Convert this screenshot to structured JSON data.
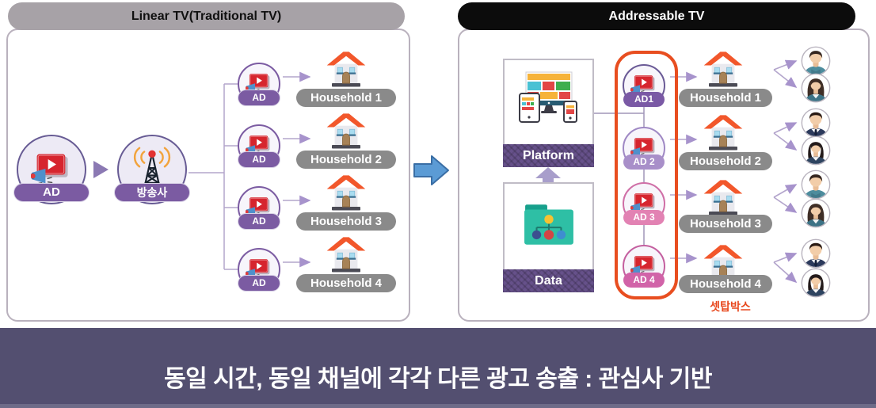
{
  "left_panel": {
    "header": "Linear TV(Traditional TV)",
    "source": {
      "label": "AD"
    },
    "broadcaster": {
      "label": "방송사"
    },
    "rows": [
      {
        "ad": "AD",
        "household": "Household 1"
      },
      {
        "ad": "AD",
        "household": "Household 2"
      },
      {
        "ad": "AD",
        "household": "Household 3"
      },
      {
        "ad": "AD",
        "household": "Household 4"
      }
    ]
  },
  "right_panel": {
    "header": "Addressable TV",
    "platform_label": "Platform",
    "data_label": "Data",
    "settop_label": "셋탑박스",
    "rows": [
      {
        "ad": "AD1",
        "household": "Household 1"
      },
      {
        "ad": "AD 2",
        "household": "Household 2"
      },
      {
        "ad": "AD 3",
        "household": "Household 3"
      },
      {
        "ad": "AD 4",
        "household": "Household 4"
      }
    ]
  },
  "caption": {
    "text": "동일 시간, 동일 채널에 각각 다른 광고 송출 : 관심사 기반"
  },
  "colors": {
    "purple_pill": "#7b5ba2",
    "gray_pill": "#8a8a8a",
    "linear_header_bg": "#a7a2a7",
    "addressable_header_bg": "#0c0c0c",
    "orange_highlight": "#e84e20",
    "blue_arrow": "#5b9bd5",
    "caption_bar": "#534f70",
    "right_ad_pills": [
      "#7a59a5",
      "#a88fc9",
      "#e282b3",
      "#d163a8"
    ],
    "right_ad_circle_borders": [
      "#6a5a96",
      "#9f88c4",
      "#cf6ea6",
      "#c45f9f"
    ]
  }
}
